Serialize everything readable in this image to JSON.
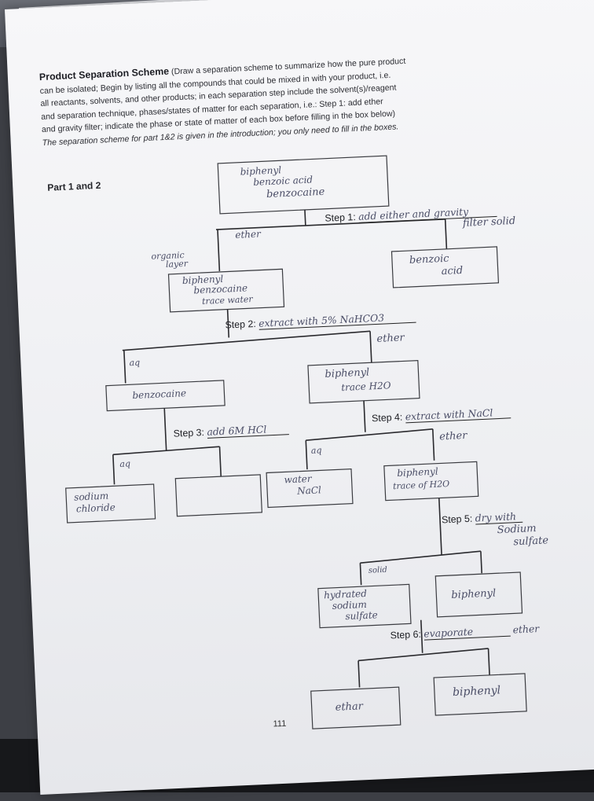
{
  "instructions": {
    "title": "Product Separation Scheme",
    "line1": "(Draw a separation scheme to summarize how the pure product",
    "line2": "can be isolated; Begin by listing all the compounds that could be mixed in with your product, i.e.",
    "line3": "all reactants, solvents, and other products; in each separation step include the solvent(s)/reagent",
    "line4": "and separation technique, phases/states of matter for each separation, i.e.: Step 1: add ether",
    "line5": "and gravity filter; indicate the phase or state of matter of each box before filling in the box below)",
    "line6a": "The separation scheme for part 1&2 is given in the introduction;",
    "line6b": "you only need to fill in the boxes."
  },
  "part_label": "Part 1 and 2",
  "steps": {
    "s1_label": "Step 1:",
    "s1_text": "add either and gravity",
    "s1_text2": "filter solid",
    "s2_label": "Step 2:",
    "s2_text": "extract with 5% NaHCO3",
    "s3_label": "Step 3:",
    "s3_text": "add 6M HCl",
    "s4_label": "Step 4:",
    "s4_text": "extract with NaCl",
    "s5_label": "Step 5:",
    "s5_text": "dry with",
    "s5_text2": "Sodium",
    "s5_text3": "sulfate",
    "s6_label": "Step 6:",
    "s6_text": "evaporate",
    "s6_text2": "ether"
  },
  "boxes": {
    "top_line1": "biphenyl",
    "top_line2": "benzoic acid",
    "top_line3": "benzocaine",
    "org1_line1": "biphenyl",
    "org1_line2": "benzocaine",
    "org1_line3": "trace water",
    "solid1_line1": "benzoic",
    "solid1_line2": "acid",
    "aq2": "benzocaine",
    "ether2_line1": "biphenyl",
    "ether2_line2": "trace H2O",
    "aq3_line1": "sodium",
    "aq3_line2": "chloride",
    "aq4_line1": "water",
    "aq4_line2": "NaCl",
    "ether4_line1": "biphenyl",
    "ether4_line2": "trace of H2O",
    "solid5_line1": "hydrated",
    "solid5_line2": "sodium",
    "solid5_line3": "sulfate",
    "liquid5": "biphenyl",
    "final_left": "ethar",
    "final_right": "biphenyl"
  },
  "phase_labels": {
    "ether1": "ether",
    "organic_line1": "organic",
    "organic_line2": "layer",
    "aq2": "aq",
    "ether2": "ether",
    "aq3": "aq",
    "aq4": "aq",
    "ether4": "ether",
    "solid5": "solid"
  },
  "page_number": "111"
}
